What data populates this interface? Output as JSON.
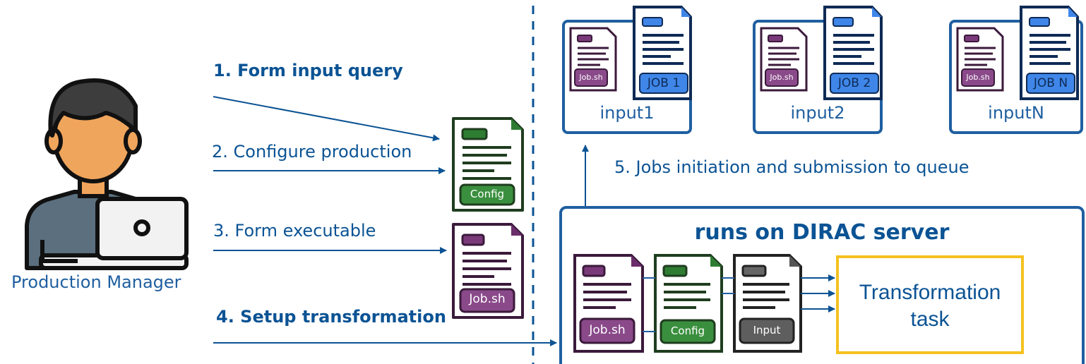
{
  "actor": {
    "label": "Production Manager"
  },
  "steps": [
    {
      "text": "1. Form input query",
      "bold": true
    },
    {
      "text": "2. Configure production",
      "bold": false
    },
    {
      "text": "3. Form executable",
      "bold": false
    },
    {
      "text": "4. Setup transformation",
      "bold": true
    },
    {
      "text": "5. Jobs initiation and submission to queue",
      "bold": false
    }
  ],
  "docs": {
    "config": "Config",
    "job_sh": "Job.sh",
    "input": "Input"
  },
  "server": {
    "title": "runs on DIRAC server",
    "task_line1": "Transformation",
    "task_line2": "task"
  },
  "jobs": [
    {
      "input": "input1",
      "job": "JOB 1",
      "script": "Job.sh"
    },
    {
      "input": "input2",
      "job": "JOB 2",
      "script": "Job.sh"
    },
    {
      "input": "inputN",
      "job": "JOB N",
      "script": "Job.sh"
    }
  ],
  "colors": {
    "arrow": "#0b5394",
    "green": "#2e7d32",
    "purple": "#6b2d6b",
    "gray": "#555555",
    "blue_doc": "#3f86e8",
    "task_border": "#f4c21f",
    "skin": "#f0a55c"
  }
}
